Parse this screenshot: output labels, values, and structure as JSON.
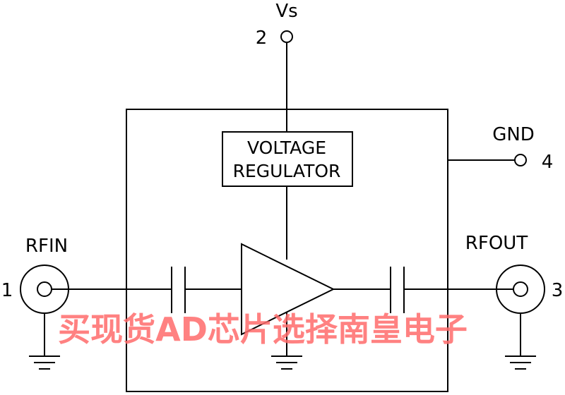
{
  "pins": {
    "vs": {
      "number": "2",
      "name": "Vs"
    },
    "gnd": {
      "number": "4",
      "name": "GND"
    },
    "rfin": {
      "number": "1",
      "name": "RFIN"
    },
    "rfout": {
      "number": "3",
      "name": "RFOUT"
    }
  },
  "regulator": {
    "line1": "VOLTAGE",
    "line2": "REGULATOR"
  },
  "watermark": "买现货AD芯片选择南皇电子",
  "colors": {
    "line": "#000000",
    "watermark": "#ff6b6b"
  }
}
